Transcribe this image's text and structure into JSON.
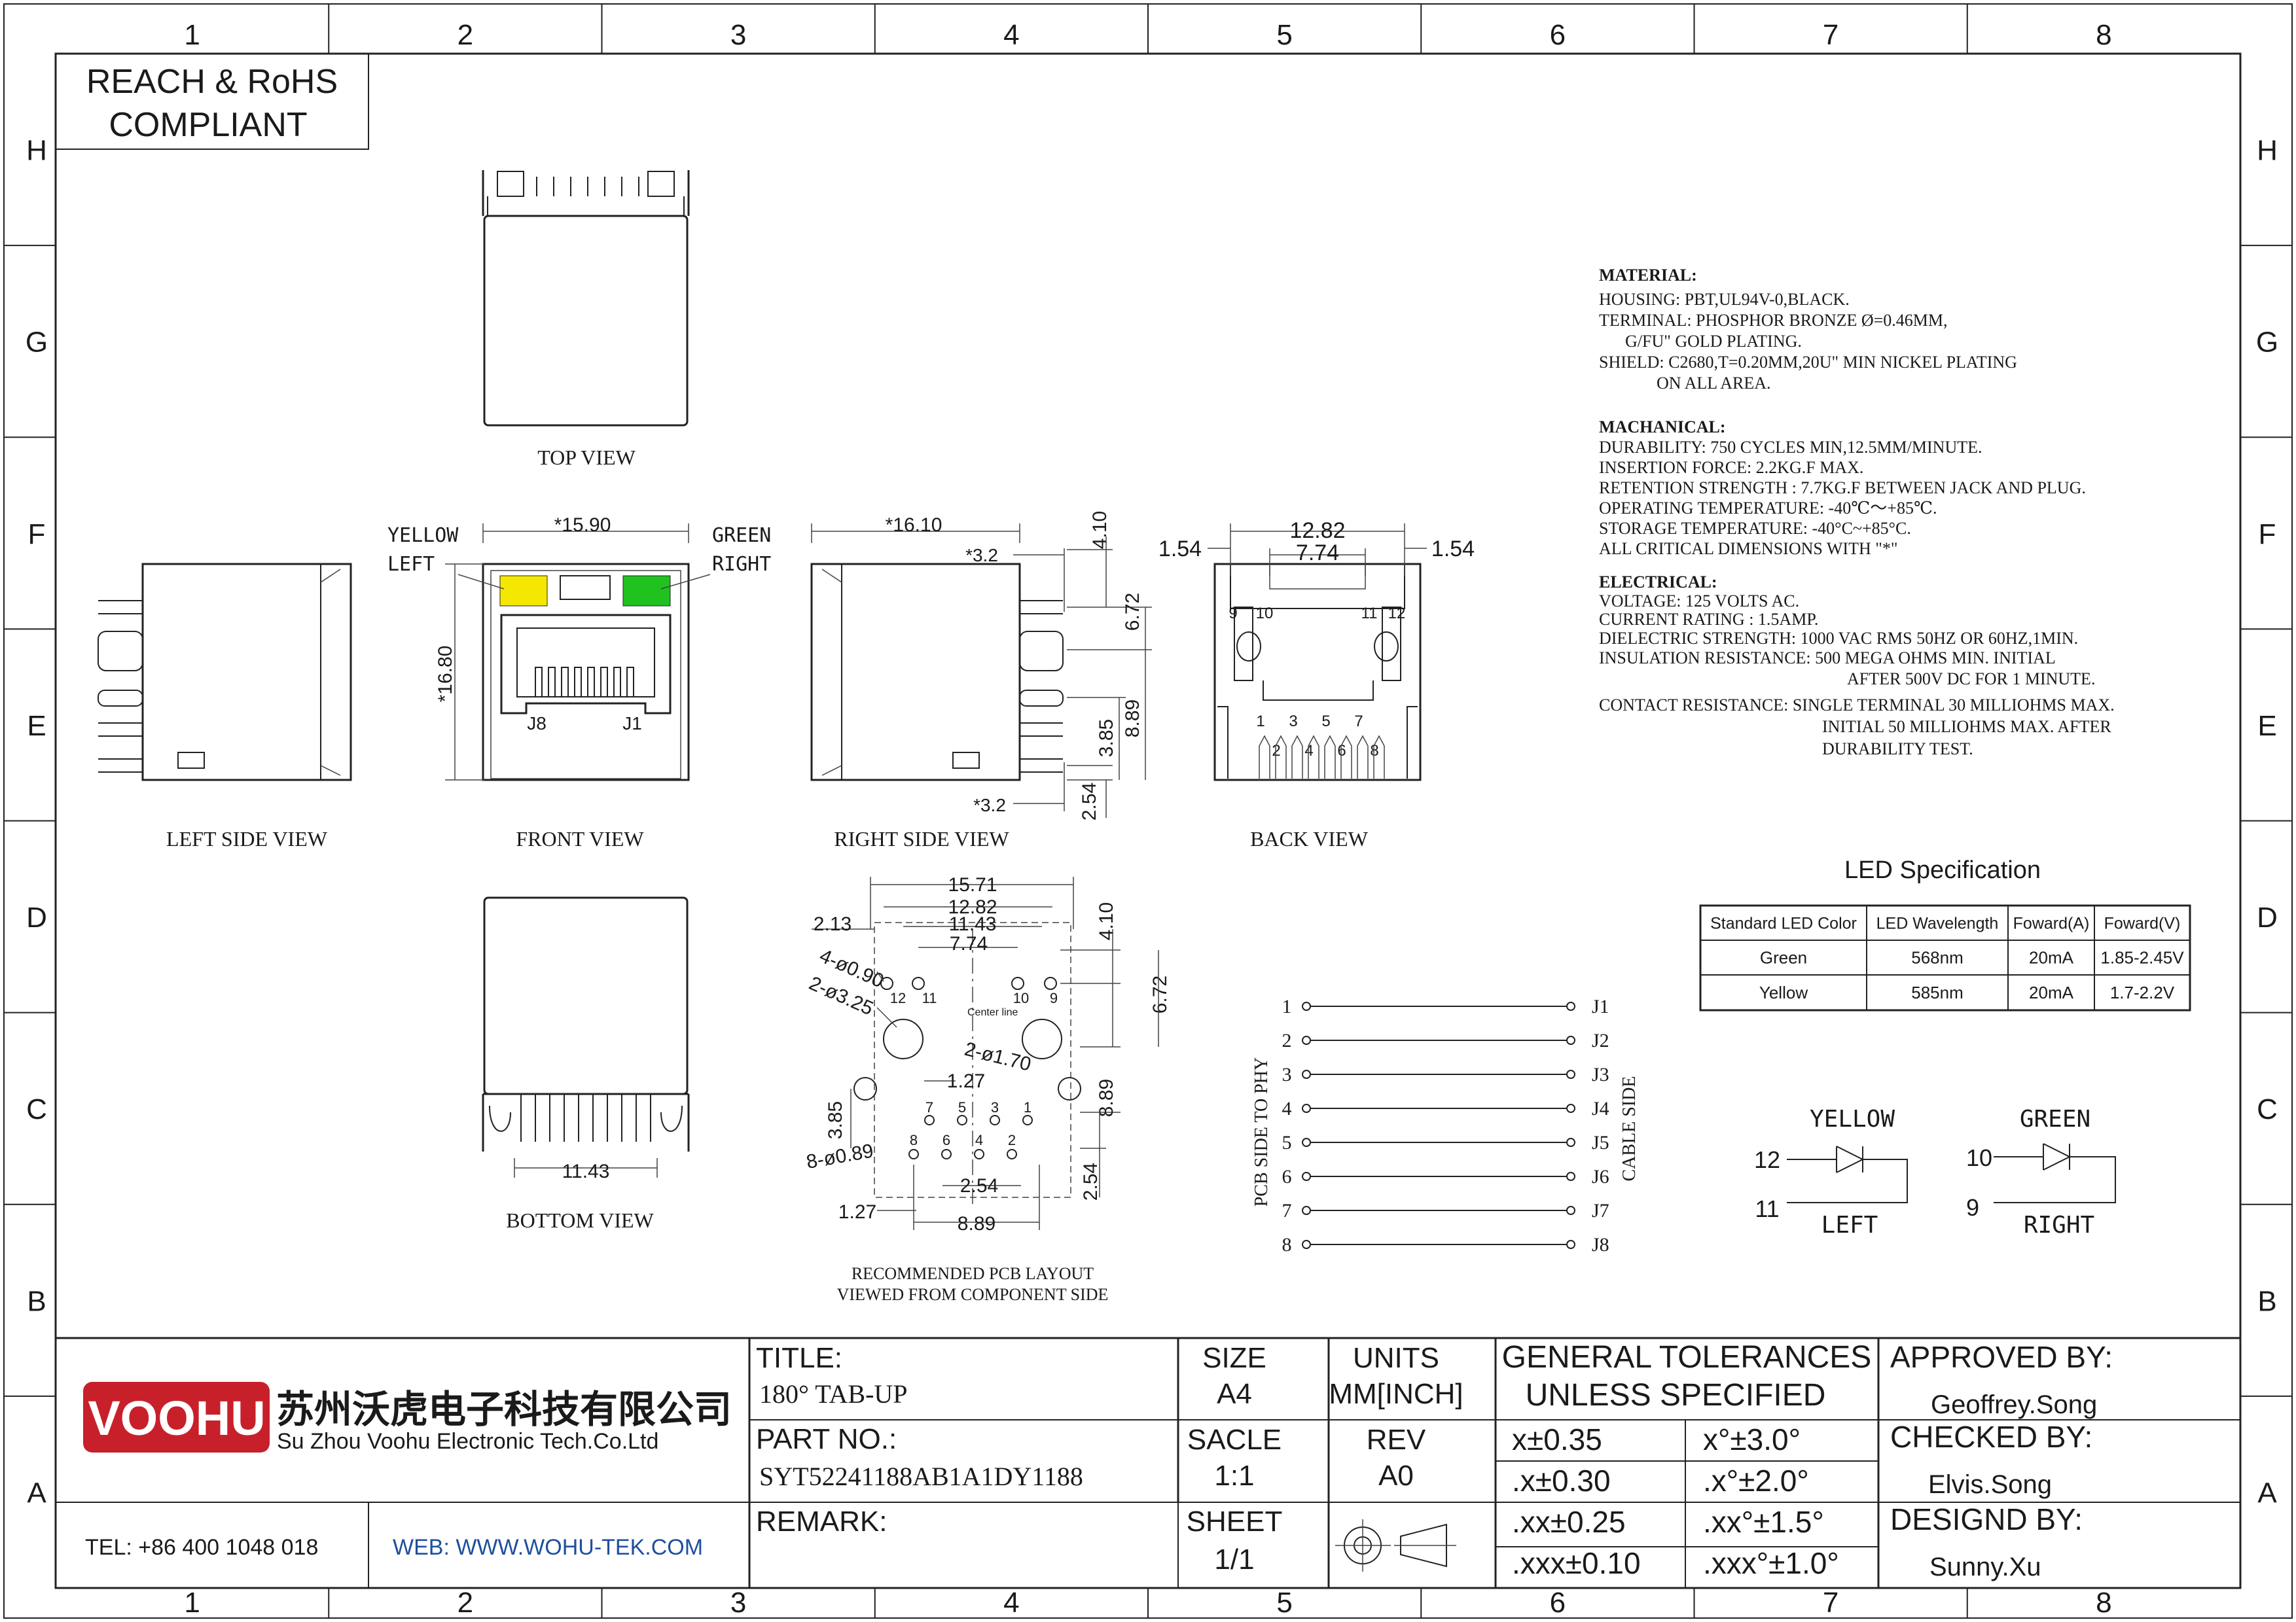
{
  "frame": {
    "columns": [
      "1",
      "2",
      "3",
      "4",
      "5",
      "6",
      "7",
      "8"
    ],
    "rows": [
      "H",
      "G",
      "F",
      "E",
      "D",
      "C",
      "B",
      "A"
    ]
  },
  "compliance": {
    "line1": "REACH & RoHS",
    "line2": "COMPLIANT"
  },
  "views": {
    "top": "TOP VIEW",
    "left_side": "LEFT SIDE VIEW",
    "front": "FRONT VIEW",
    "right_side": "RIGHT SIDE VIEW",
    "back": "BACK VIEW",
    "bottom": "BOTTOM VIEW",
    "pcb_line1": "RECOMMENDED PCB LAYOUT",
    "pcb_line2": "VIEWED FROM COMPONENT SIDE"
  },
  "front_view": {
    "yellow": "YELLOW",
    "left": "LEFT",
    "green": "GREEN",
    "right": "RIGHT",
    "width_dim": "*15.90",
    "height_dim": "*16.80",
    "j8": "J8",
    "j1": "J1",
    "led_yellow_color": "#f5e800",
    "led_green_color": "#1fc21f"
  },
  "right_side_view": {
    "d16_10": "*16.10",
    "d3_2_top": "*3.2",
    "d3_2_bot": "*3.2",
    "d4_10": "4.10",
    "d6_72": "6.72",
    "d8_89": "8.89",
    "d3_85": "3.85",
    "d2_54": "2.54"
  },
  "back_view": {
    "d12_82": "12.82",
    "d7_74": "7.74",
    "d1_54_l": "1.54",
    "d1_54_r": "1.54",
    "p9": "9",
    "p10": "10",
    "p11": "11",
    "p12": "12",
    "pins_top": [
      "1",
      "3",
      "5",
      "7"
    ],
    "pins_bot": [
      "2",
      "4",
      "6",
      "8"
    ]
  },
  "bottom_view": {
    "d11_43": "11.43"
  },
  "pcb_layout": {
    "d15_71": "15.71",
    "d12_82": "12.82",
    "d11_43": "11.43",
    "d7_74": "7.74",
    "d2_13": "2.13",
    "d4_10": "4.10",
    "d6_72": "6.72",
    "d8_89v": "8.89",
    "d3_85": "3.85",
    "d2_54v": "2.54",
    "d1_27a": "1.27",
    "d1_27b": "1.27",
    "d2_54h": "2.54",
    "d8_89h": "8.89",
    "h_0_90": "4-ø0.90",
    "h_3_25": "2-ø3.25",
    "h_1_70": "2-ø1.70",
    "h_0_89": "8-ø0.89",
    "center_line": "Center line",
    "n12": "12",
    "n11": "11",
    "n10": "10",
    "n9": "9",
    "pins_a": [
      "7",
      "5",
      "3",
      "1"
    ],
    "pins_b": [
      "8",
      "6",
      "4",
      "2"
    ]
  },
  "schematic": {
    "left_label": "PCB SIDE TO PHY",
    "right_label": "CABLE SIDE",
    "left_pins": [
      "1",
      "2",
      "3",
      "4",
      "5",
      "6",
      "7",
      "8"
    ],
    "right_pins": [
      "J1",
      "J2",
      "J3",
      "J4",
      "J5",
      "J6",
      "J7",
      "J8"
    ]
  },
  "notes": {
    "material_title": "MATERIAL:",
    "material": [
      "HOUSING: PBT,UL94V-0,BLACK.",
      "TERMINAL: PHOSPHOR BRONZE Ø=0.46MM,",
      "G/FU\" GOLD PLATING.",
      "SHIELD: C2680,T=0.20MM,20U\" MIN NICKEL PLATING",
      "ON ALL AREA."
    ],
    "mech_title": "MACHANICAL:",
    "mech": [
      "DURABILITY: 750 CYCLES MIN,12.5MM/MINUTE.",
      "INSERTION FORCE: 2.2KG.F MAX.",
      "RETENTION STRENGTH : 7.7KG.F BETWEEN JACK AND PLUG.",
      "OPERATING TEMPERATURE: -40℃～+85℃.",
      "STORAGE TEMPERATURE: -40°C~+85°C.",
      "ALL CRITICAL DIMENSIONS WITH \"*\""
    ],
    "elec_title": "ELECTRICAL:",
    "elec": [
      "VOLTAGE: 125 VOLTS AC.",
      "CURRENT RATING : 1.5AMP.",
      "DIELECTRIC STRENGTH: 1000 VAC RMS 50HZ OR 60HZ,1MIN.",
      "INSULATION RESISTANCE: 500 MEGA OHMS MIN. INITIAL",
      "AFTER 500V DC FOR 1 MINUTE.",
      "CONTACT RESISTANCE: SINGLE TERMINAL 30 MILLIOHMS MAX.",
      "INITIAL 50 MILLIOHMS MAX. AFTER",
      "DURABILITY TEST."
    ]
  },
  "led_spec": {
    "title": "LED Specification",
    "headers": [
      "Standard LED Color",
      "LED Wavelength",
      "Foward(A)",
      "Foward(V)"
    ],
    "rows": [
      [
        "Green",
        "568nm",
        "20mA",
        "1.85-2.45V"
      ],
      [
        "Yellow",
        "585nm",
        "20mA",
        "1.7-2.2V"
      ]
    ]
  },
  "led_diagram": {
    "yellow": "YELLOW",
    "green": "GREEN",
    "p12": "12",
    "p11": "11",
    "p10": "10",
    "p9": "9",
    "left": "LEFT",
    "right": "RIGHT"
  },
  "title_block": {
    "logo": "VOOHU",
    "brand_color": "#c8202a",
    "company_cn": "苏州沃虎电子科技有限公司",
    "company_en": "Su Zhou Voohu Electronic Tech.Co.Ltd",
    "tel": "TEL: +86 400 1048 018",
    "web": "WEB: WWW.WOHU-TEK.COM",
    "title_label": "TITLE:",
    "title_value": "180° TAB-UP",
    "part_label": "PART NO.:",
    "part_value": "SYT52241188AB1A1DY1188",
    "remark_label": "REMARK:",
    "size_label": "SIZE",
    "size_value": "A4",
    "units_label": "UNITS",
    "units_value": "MM[INCH]",
    "scale_label": "SACLE",
    "scale_value": "1:1",
    "rev_label": "REV",
    "rev_value": "A0",
    "sheet_label": "SHEET",
    "sheet_value": "1/1",
    "tol_title1": "GENERAL TOLERANCES",
    "tol_title2": "UNLESS SPECIFIED",
    "tolerances": [
      [
        "x±0.35",
        "x°±3.0°"
      ],
      [
        ".x±0.30",
        ".x°±2.0°"
      ],
      [
        ".xx±0.25",
        ".xx°±1.5°"
      ],
      [
        ".xxx±0.10",
        ".xxx°±1.0°"
      ]
    ],
    "approved_label": "APPROVED BY:",
    "approved_value": "Geoffrey.Song",
    "checked_label": "CHECKED BY:",
    "checked_value": "Elvis.Song",
    "designed_label": "DESIGND BY:",
    "designed_value": "Sunny.Xu"
  }
}
